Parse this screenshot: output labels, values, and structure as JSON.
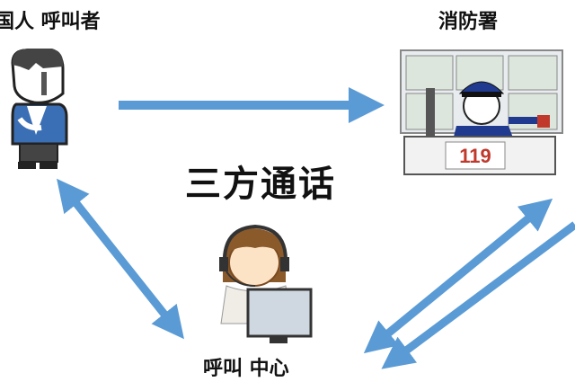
{
  "diagram": {
    "title": "三方通话",
    "nodes": {
      "caller": "国人 呼叫者",
      "fire_station": "消防署",
      "call_center": "呼叫 中心"
    },
    "station_number": "119",
    "colors": {
      "arrow": "#5b9bd5",
      "station_number": "#c0392b"
    }
  }
}
